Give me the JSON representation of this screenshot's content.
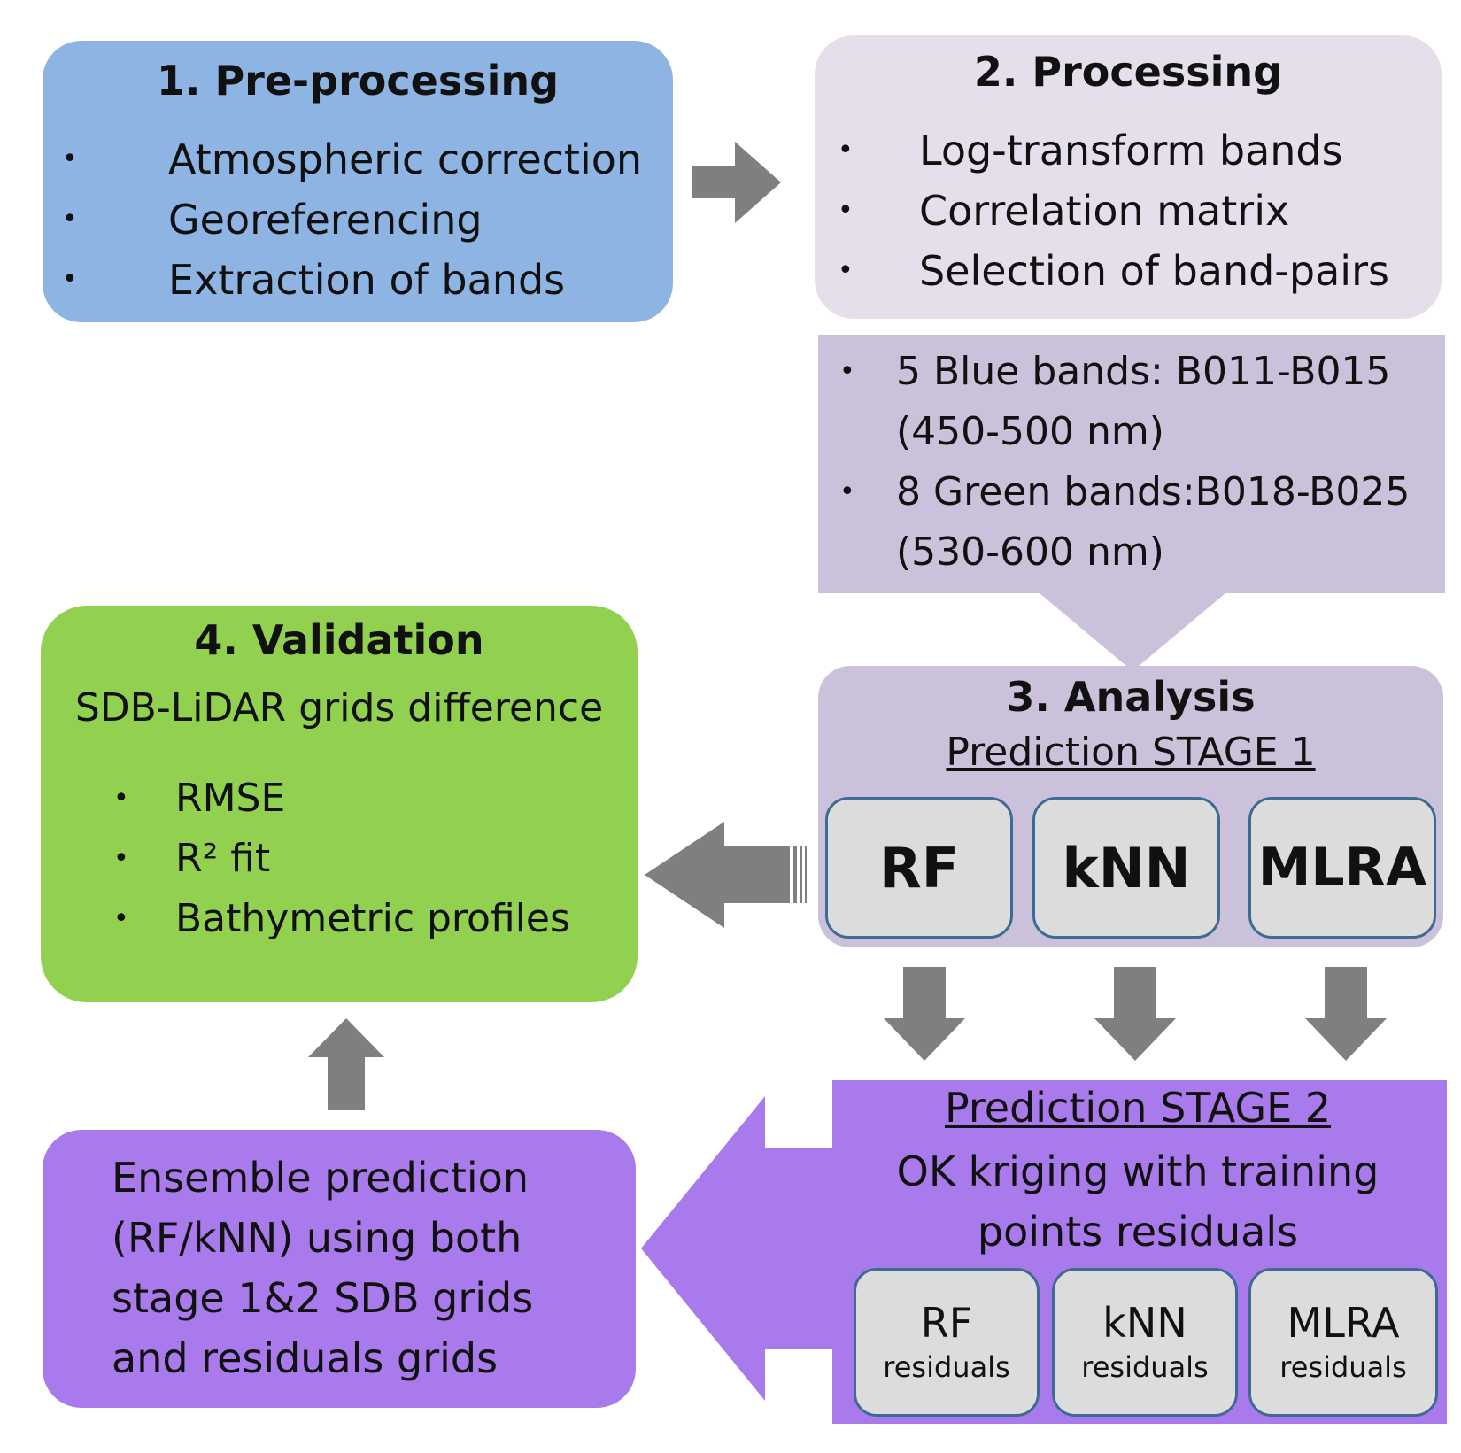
{
  "preprocessing": {
    "title": "1. Pre-processing",
    "items": [
      "Atmospheric correction",
      "Georeferencing",
      "Extraction of bands"
    ],
    "color": "#8eb4e3"
  },
  "processing": {
    "title": "2. Processing",
    "items": [
      "Log-transform bands",
      "Correlation matrix",
      "Selection of band-pairs"
    ],
    "color": "#e5dfec"
  },
  "bands": {
    "items": [
      {
        "line1": "5 Blue bands: B011-B015",
        "line2": "(450-500 nm)"
      },
      {
        "line1": "8 Green bands:B018-B025",
        "line2": "(530-600 nm)"
      }
    ],
    "color": "#ccc1da"
  },
  "analysis": {
    "title": "3. Analysis",
    "subtitle": "Prediction STAGE 1",
    "models": [
      "RF",
      "kNN",
      "MLRA"
    ],
    "color": "#ccc1da"
  },
  "validation": {
    "title": "4. Validation",
    "subtitle": "SDB-LiDAR grids difference",
    "items": [
      "RMSE",
      "R² fit",
      "Bathymetric profiles"
    ],
    "color": "#92d050"
  },
  "stage2": {
    "title": "Prediction STAGE 2",
    "line1": "OK kriging with training",
    "line2": "points residuals",
    "models": [
      {
        "name": "RF",
        "sub": "residuals"
      },
      {
        "name": "kNN",
        "sub": "residuals"
      },
      {
        "name": "MLRA",
        "sub": "residuals"
      }
    ],
    "color": "#a97aeb"
  },
  "ensemble": {
    "lines": [
      "Ensemble prediction",
      "(RF/kNN) using both",
      "stage 1&2 SDB grids",
      "and residuals grids"
    ],
    "color": "#a97aeb"
  },
  "arrow_color": "#7f7f7f",
  "bullet": "•"
}
